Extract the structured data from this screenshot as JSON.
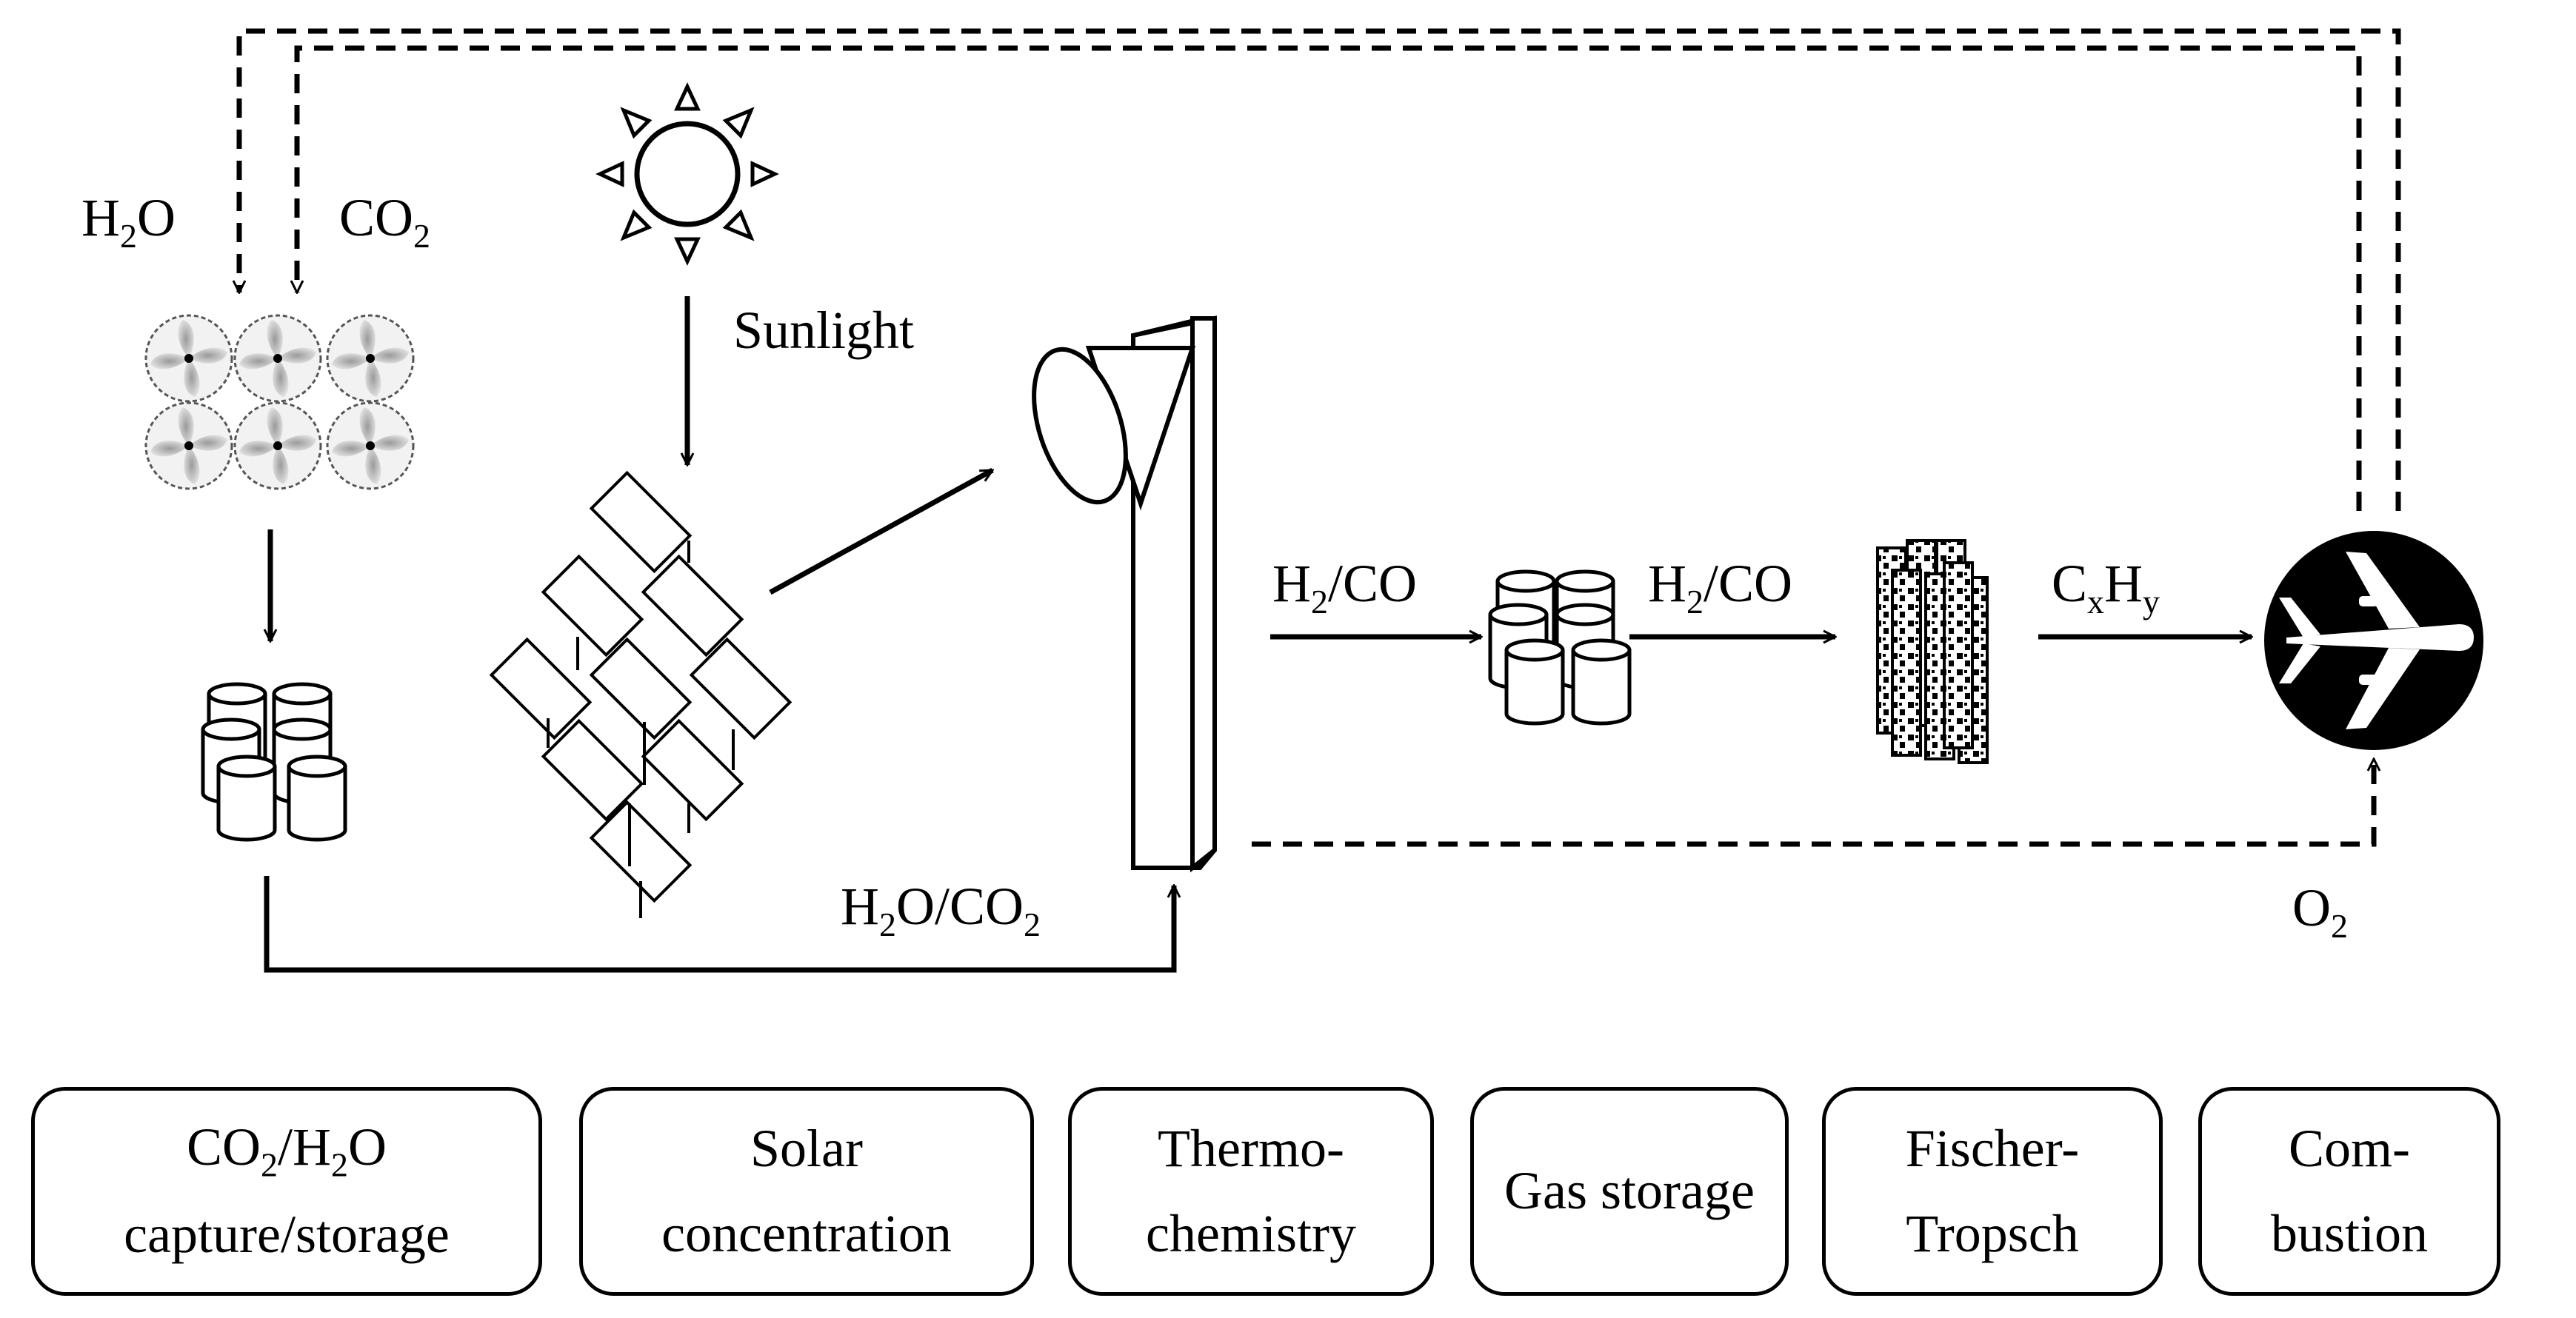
{
  "labels": {
    "h2o": "H2O",
    "co2": "CO2",
    "sunlight": "Sunlight",
    "h2o_co2": "H2O/CO2",
    "h2_co_1": "H2/CO",
    "h2_co_2": "H2/CO",
    "cxhy": "CxHy",
    "o2": "O2"
  },
  "stages": [
    {
      "line1": "CO2/H2O",
      "line2": "capture/storage"
    },
    {
      "line1": "Solar",
      "line2": "concentration"
    },
    {
      "line1": "Thermo-",
      "line2": "chemistry"
    },
    {
      "line1": "Gas storage",
      "line2": ""
    },
    {
      "line1": "Fischer-",
      "line2": "Tropsch"
    },
    {
      "line1": "Com-",
      "line2": "bustion"
    }
  ],
  "icons": [
    "sun-icon",
    "fan-array-icon",
    "tank-cluster-icon",
    "heliostat-field-icon",
    "solar-tower-reactor-icon",
    "ft-reactor-icon",
    "airplane-icon"
  ]
}
